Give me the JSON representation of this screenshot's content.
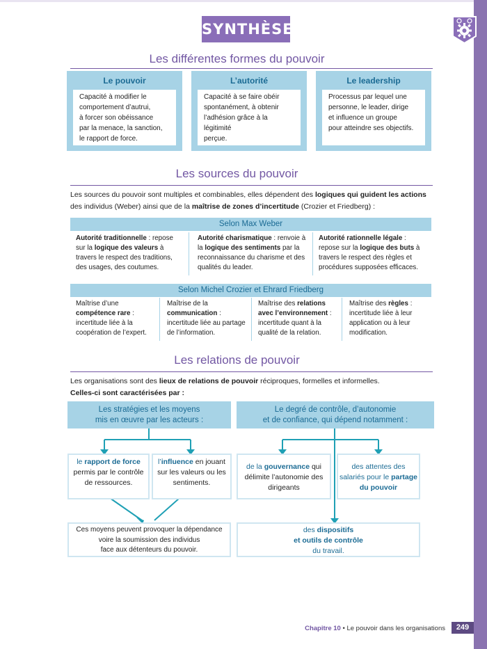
{
  "header": {
    "title": "SYNTHÈSE",
    "badge_icon": "gear-icon"
  },
  "section1": {
    "title": "Les différentes formes du pouvoir",
    "cards": [
      {
        "title": "Le pouvoir",
        "lines": [
          "Capacité à modifier le",
          "comportement d’autrui,",
          "à forcer son obéissance",
          "par la menace, la sanction,",
          "le rapport de force."
        ]
      },
      {
        "title": "L’autorité",
        "lines": [
          "Capacité à se faire obéir",
          "spontanément, à obtenir",
          "l’adhésion grâce à la légitimité",
          "perçue."
        ]
      },
      {
        "title": "Le leadership",
        "lines": [
          "Processus par lequel une",
          "personne, le leader, dirige",
          "et influence un groupe",
          "pour atteindre ses objectifs."
        ]
      }
    ]
  },
  "section2": {
    "title": "Les sources du pouvoir",
    "intro": {
      "p1": "Les sources du pouvoir sont multiples et combinables, elles dépendent des ",
      "b1": "logiques qui guident les actions",
      "p2": " des individus (Weber) ainsi que de la ",
      "b2": "maîtrise de zones d’incertitude",
      "p3": " (Crozier et Friedberg) :"
    },
    "weber": {
      "heading": "Selon Max Weber",
      "cells": [
        {
          "b1": "Autorité traditionnelle",
          "t1": " : repose sur la ",
          "b2": "logique des valeurs",
          "t2": " à travers le respect des traditions, des usages, des coutumes."
        },
        {
          "b1": "Autorité charismatique",
          "t1": " : renvoie à la ",
          "b2": "logique des sentiments",
          "t2": " par la reconnaissance du charisme et des qualités du leader."
        },
        {
          "b1": "Autorité rationnelle légale",
          "t1": " : repose sur la ",
          "b2": "logique des buts",
          "t2": " à travers le respect des règles et procédures supposées efficaces."
        }
      ]
    },
    "crozier": {
      "heading": "Selon Michel Crozier et Ehrard Friedberg",
      "cells": [
        {
          "t0": "Maîtrise d’une ",
          "b": "compétence rare",
          "t1": " : incertitude liée à la coopération de l’expert."
        },
        {
          "t0": "Maîtrise de la ",
          "b": "communication",
          "t1": " : incertitude liée au partage de l’information."
        },
        {
          "t0": "Maîtrise des ",
          "b": "relations avec l’environnement",
          "t1": " : incertitude quant à la qualité de la relation."
        },
        {
          "t0": "Maîtrise des ",
          "b": "règles",
          "t1": " : incertitude liée à leur application ou à leur modification."
        }
      ]
    }
  },
  "section3": {
    "title": "Les relations de pouvoir",
    "intro": {
      "p1": "Les organisations sont des ",
      "b1": "lieux de relations de pouvoir",
      "p2": " réciproques, formelles et informelles.",
      "b2": "Celles-ci sont caractérisées par :"
    },
    "left_head": [
      "Les stratégies et les moyens",
      "mis en œuvre par les acteurs :"
    ],
    "right_head": [
      "Le degré de contrôle, d’autonomie",
      "et de confiance, qui dépend notamment :"
    ],
    "node_force": {
      "a": "le ",
      "b": "rapport de force",
      "c": " permis par le contrôle de ressources."
    },
    "node_influence": {
      "a": "l’",
      "b": "influence",
      "c": " en jouant sur les valeurs ou les sentiments."
    },
    "node_gouv": {
      "a": "de la ",
      "b": "gouvernance",
      "c": " qui délimite l’autonomie des dirigeants"
    },
    "node_attentes": {
      "a": "des attentes des salariés pour le ",
      "b": "partage du pouvoir"
    },
    "node_moyens": [
      "Ces moyens peuvent provoquer la dépendance",
      "voire la soumission des individus",
      "face aux détenteurs du pouvoir."
    ],
    "node_dispositifs": {
      "a": "des ",
      "b": "dispositifs",
      "b2": "et outils de contrôle",
      "c": "du travail."
    }
  },
  "footer": {
    "chapter": "Chapitre 10",
    "sep": " • ",
    "title": "Le pouvoir dans les organisations",
    "page": "249"
  }
}
